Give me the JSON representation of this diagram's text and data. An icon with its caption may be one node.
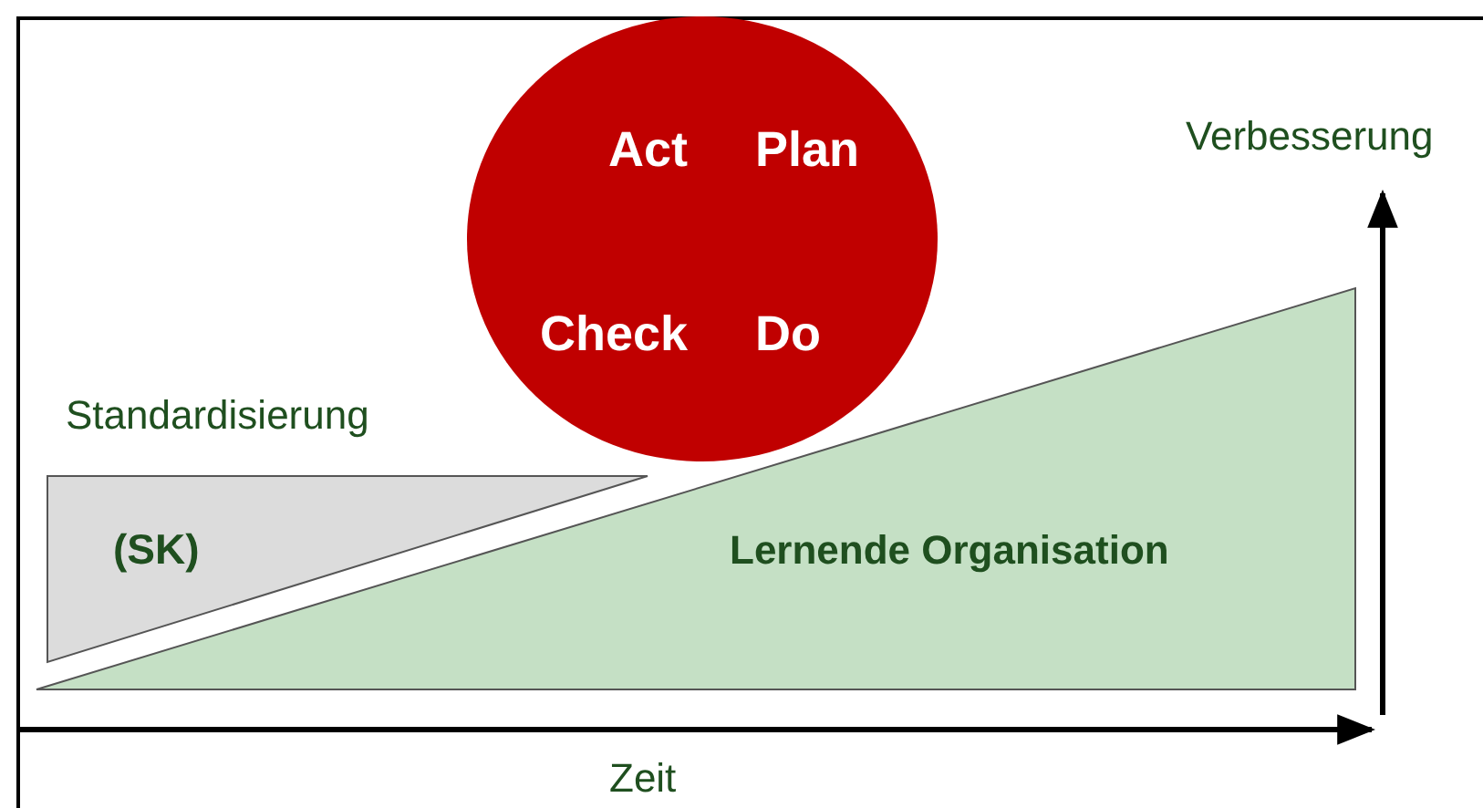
{
  "diagram": {
    "nodes": [
      {
        "text": [],
        "shape": "circle"
      },
      {
        "text": [
          "Act"
        ],
        "in": 0
      },
      {
        "text": [
          "Plan"
        ],
        "in": 0
      },
      {
        "text": [
          "Check"
        ],
        "in": 0
      },
      {
        "text": [
          "Do"
        ],
        "in": 0
      },
      {
        "text": [
          "Standardisierung",
          "(SK)"
        ]
      },
      {
        "text": [
          "Lernende Organisation"
        ]
      }
    ],
    "edges": [],
    "labels": [
      "Verbesserung",
      "Zeit"
    ]
  }
}
